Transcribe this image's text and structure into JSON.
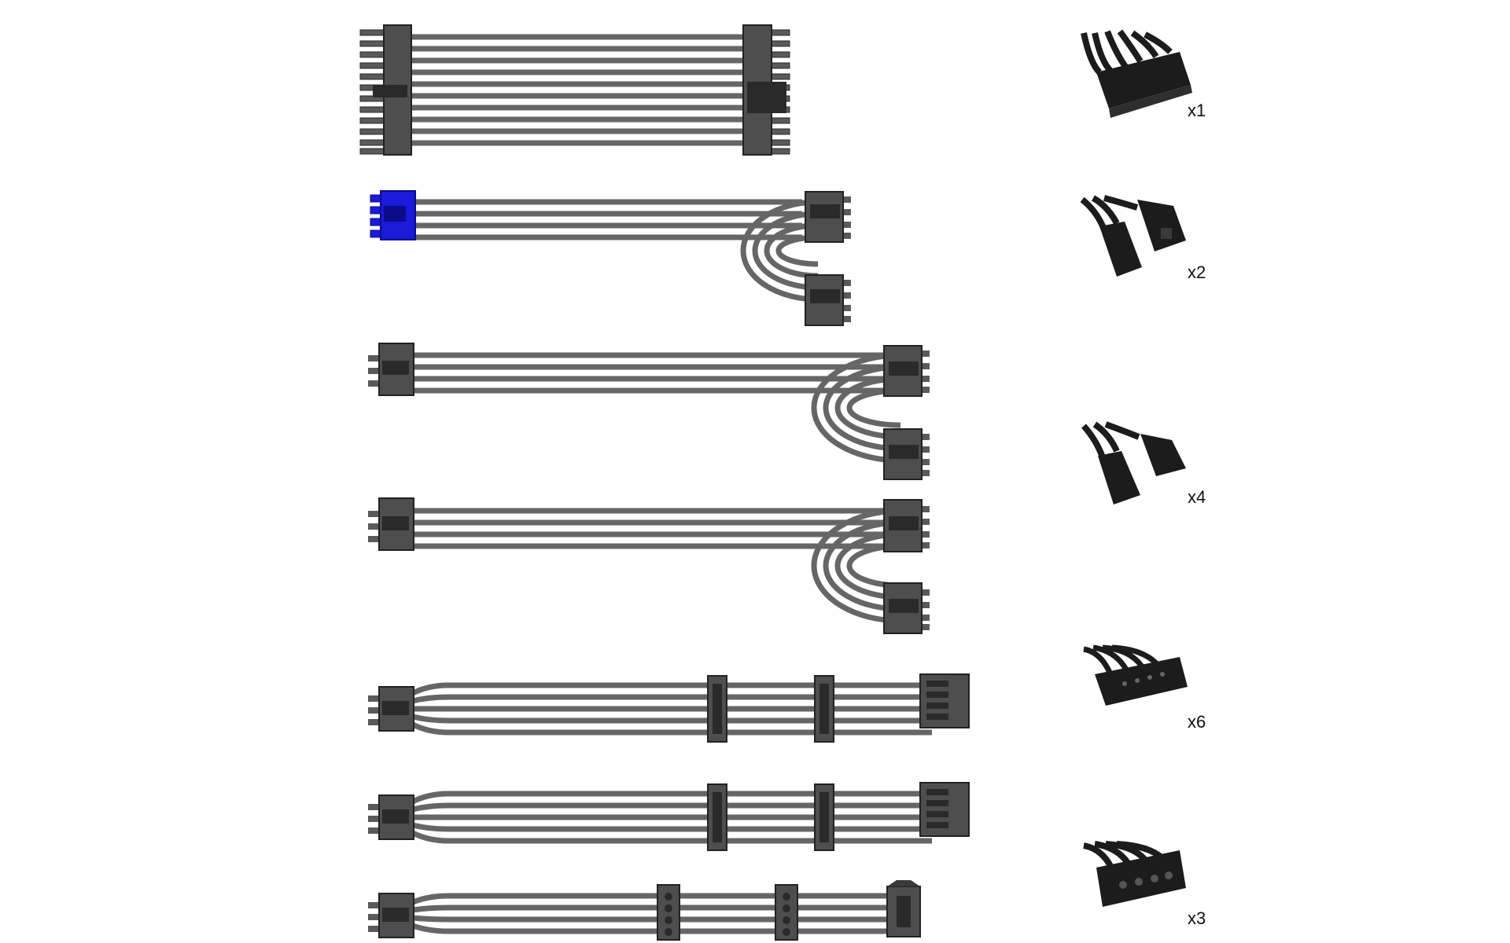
{
  "colors": {
    "wire": "#666666",
    "connector": "#4e4e4e",
    "connector_dark": "#2a2a2a",
    "pin": "#5a5a5a",
    "highlight_connector": "#1a1ad8",
    "thumb_body": "#1c1c1c",
    "quantity_text": "#111111"
  },
  "cables": [
    {
      "id": "atx-24pin",
      "quantity": "x1",
      "thumbnail_icon": "atx-24pin-connector-icon"
    },
    {
      "id": "pcie-gpu-1",
      "quantity": "x2",
      "thumbnail_icon": "pcie-8pin-connector-icon"
    },
    {
      "id": "pcie-gpu-2",
      "quantity": "",
      "thumbnail_icon": ""
    },
    {
      "id": "pcie-gpu-3",
      "quantity": "x4",
      "thumbnail_icon": "pcie-6plus2-connector-icon"
    },
    {
      "id": "sata-1",
      "quantity": "x6",
      "thumbnail_icon": "sata-power-connector-icon"
    },
    {
      "id": "sata-2",
      "quantity": "",
      "thumbnail_icon": ""
    },
    {
      "id": "molex",
      "quantity": "x3",
      "thumbnail_icon": "molex-4pin-connector-icon"
    }
  ]
}
